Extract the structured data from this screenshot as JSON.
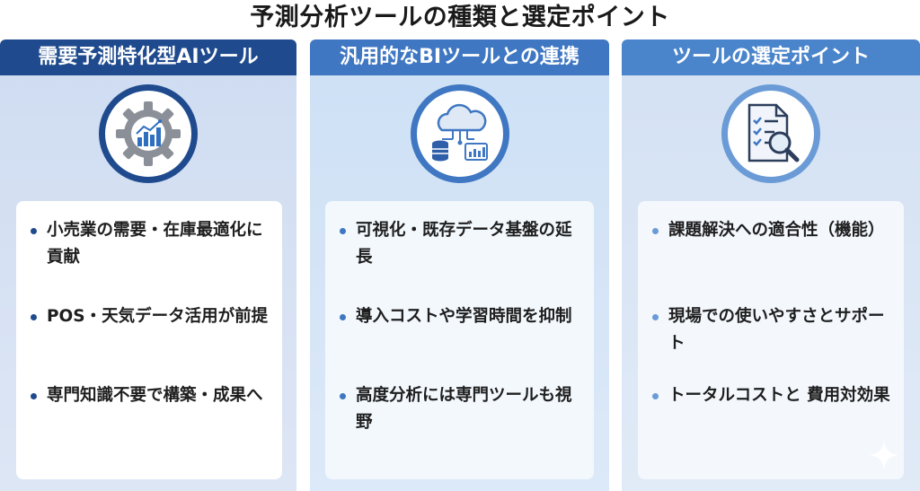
{
  "title": "予測分析ツールの種類と選定ポイント",
  "columns": [
    {
      "header": "需要予測特化型AIツール",
      "icon": "gear-chart-icon",
      "items": [
        "小売業の需要・在庫最適化に貢献",
        "POS・天気データ活用が前提",
        "専門知識不要で構築・成果へ"
      ]
    },
    {
      "header": "汎用的なBIツールとの連携",
      "icon": "cloud-database-icon",
      "items": [
        "可視化・既存データ基盤の延長",
        "導入コストや学習時間を抑制",
        "高度分析には専門ツールも視野"
      ]
    },
    {
      "header": "ツールの選定ポイント",
      "icon": "checklist-magnifier-icon",
      "items": [
        "課題解決への適合性（機能）",
        "現場での使いやすさとサポート",
        "トータルコストと 費用対効果"
      ]
    }
  ],
  "colors": {
    "dark_blue": "#1f4b8e",
    "mid_blue": "#3f77c2",
    "light_blue": "#6a9bd6"
  }
}
